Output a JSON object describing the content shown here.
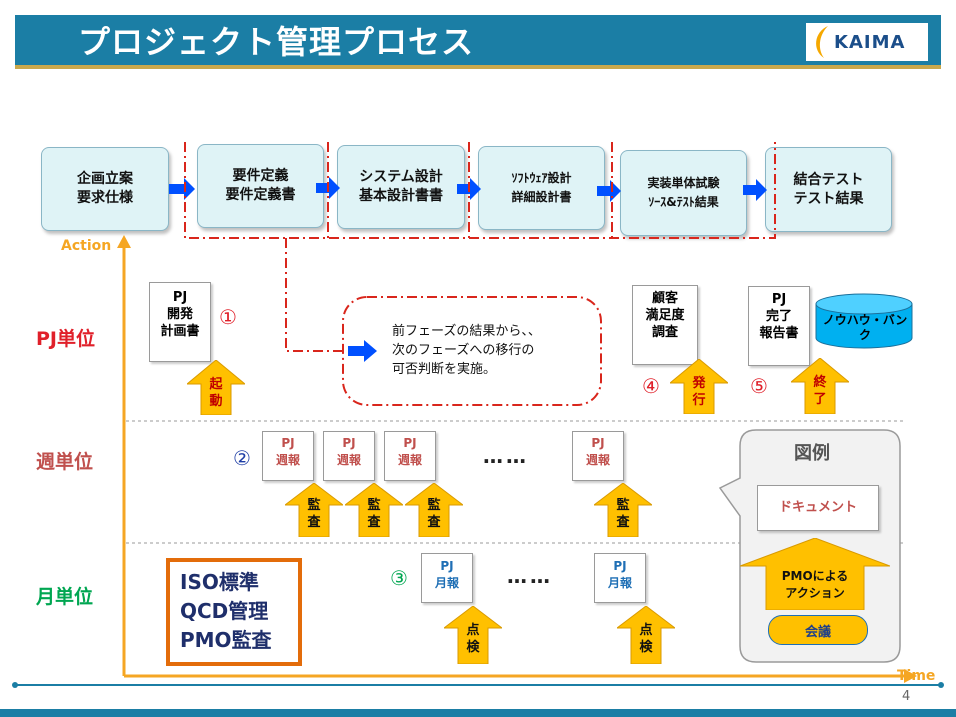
{
  "header": {
    "title": "プロジェクト管理プロセス",
    "logo": "KAIMA"
  },
  "process_steps": [
    {
      "label": "企画立案\n要求仕様"
    },
    {
      "label": "要件定義\n要件定義書"
    },
    {
      "label": "システム設計\n基本設計書書"
    },
    {
      "label": "ｿﾌﾄｳｪｱ設計\n詳細設計書"
    },
    {
      "label": "実装単体試験\nｿｰｽ&ﾃｽﾄ結果"
    },
    {
      "label": "結合テスト\nテスト結果"
    }
  ],
  "axis": {
    "y_label": "Action",
    "x_label": "Time"
  },
  "rows": {
    "pj": "PJ単位",
    "weekly": "週単位",
    "monthly": "月単位"
  },
  "phase_note": "前フェーズの結果から、、\n次のフェーズへの移行の\n可否判断を実施。",
  "markers": {
    "m1": "①",
    "m2": "②",
    "m3": "③",
    "m4": "④",
    "m5": "⑤"
  },
  "pj_docs": {
    "plan": "PJ\n開発\n計画書",
    "survey": "顧客\n満足度\n調査",
    "report": "PJ\n完了\n報告書",
    "knowhow": "ノウハウ・バン\nク"
  },
  "pj_actions": {
    "start": "起\n動",
    "issue": "発\n行",
    "end": "終\n了"
  },
  "weekly_doc": "PJ\n週報",
  "weekly_action": "監\n査",
  "monthly_doc": "PJ\n月報",
  "monthly_action": "点\n検",
  "dots": "……",
  "standards": [
    "ISO標準",
    "QCD管理",
    "PMO監査"
  ],
  "legend": {
    "title": "図例",
    "document": "ドキュメント",
    "action": "PMOによる\nアクション",
    "meeting": "会議"
  },
  "page_number": "4",
  "colors": {
    "brand": "#1b7ea5",
    "accent_gold": "#c9a84c",
    "pj_red": "#e0202a",
    "weekly_red": "#c0504d",
    "monthly_green": "#00a651",
    "arrow_yellow": "#ffc000",
    "process_arrow": "#0050ff"
  }
}
